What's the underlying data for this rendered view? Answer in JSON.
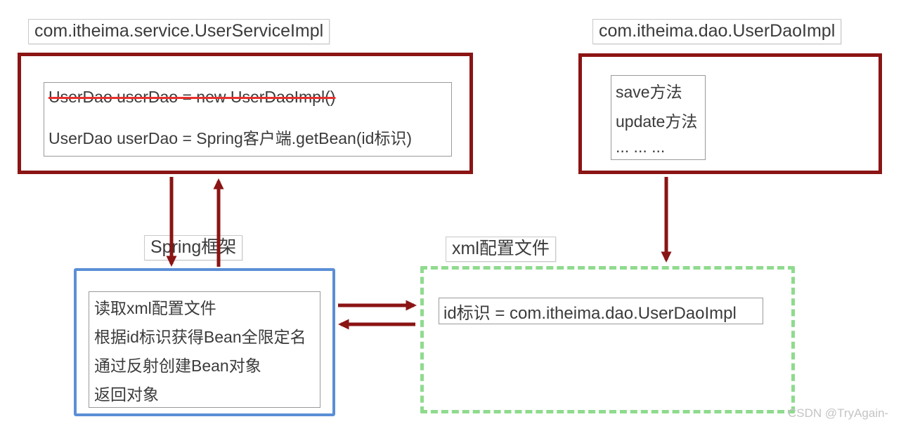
{
  "diagram": {
    "labels": {
      "service": "com.itheima.service.UserServiceImpl",
      "dao": "com.itheima.dao.UserDaoImpl",
      "spring": "Spring框架",
      "xml": "xml配置文件"
    },
    "service_box": {
      "old_code": "UserDao userDao = new UserDaoImpl()",
      "new_code": "UserDao userDao = Spring客户端.getBean(id标识)"
    },
    "dao_box": {
      "methods": [
        "save方法",
        "update方法",
        "... ... ..."
      ]
    },
    "spring_box": {
      "steps": [
        "读取xml配置文件",
        "根据id标识获得Bean全限定名",
        "通过反射创建Bean对象",
        "返回对象"
      ]
    },
    "xml_box": {
      "mapping": "id标识 = com.itheima.dao.UserDaoImpl"
    },
    "arrows": [
      {
        "name": "service-to-spring",
        "direction": "down"
      },
      {
        "name": "spring-to-service",
        "direction": "up"
      },
      {
        "name": "spring-to-xml",
        "direction": "right"
      },
      {
        "name": "xml-to-spring",
        "direction": "left"
      },
      {
        "name": "dao-to-xml",
        "direction": "down"
      }
    ],
    "watermark": "CSDN @TryAgain-",
    "colors": {
      "dark_red": "#8B1414",
      "strike_red": "#E8302E",
      "blue": "#5B8FD6",
      "green": "#8FDB8E",
      "text": "#3B3B3B",
      "watermark": "#C4C4C4"
    }
  }
}
